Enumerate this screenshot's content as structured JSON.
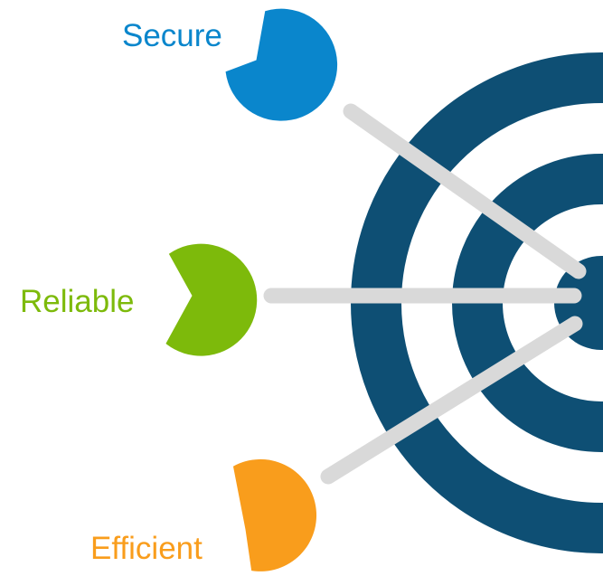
{
  "labels": {
    "secure": "Secure",
    "reliable": "Reliable",
    "efficient": "Efficient"
  },
  "colors": {
    "target": "#0e4f74",
    "shaft": "#d9d9d9",
    "secure": "#0a86cc",
    "reliable": "#7dba0b",
    "efficient": "#f99d1c"
  },
  "icons": {
    "target": "bullseye-target-icon",
    "secure": "dart-head-icon",
    "reliable": "dart-head-icon",
    "efficient": "dart-head-icon"
  }
}
